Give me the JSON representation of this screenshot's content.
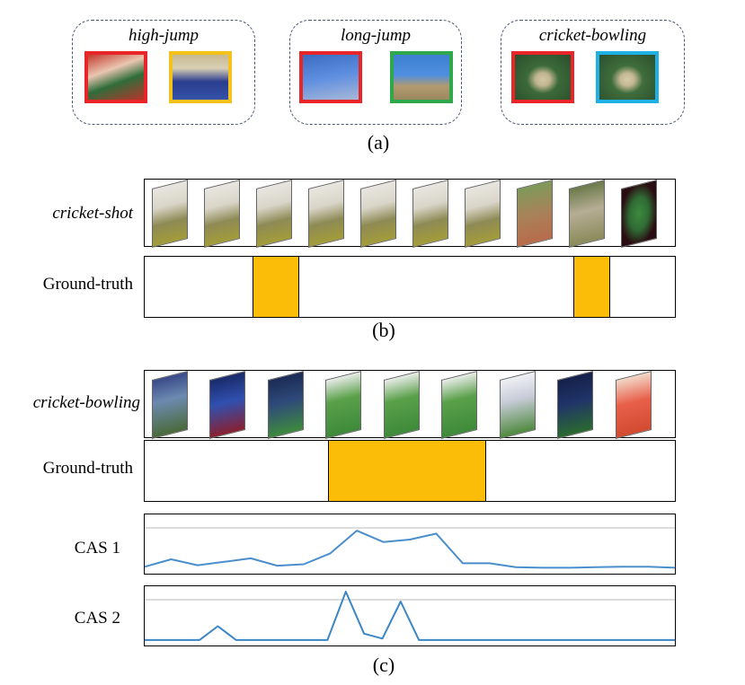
{
  "panel_a": {
    "label": "(a)",
    "groups": [
      {
        "title": "high-jump",
        "thumbs": [
          {
            "border": "#e8262a",
            "scene": "highjump1"
          },
          {
            "border": "#f5c21b",
            "scene": "highjump2"
          }
        ]
      },
      {
        "title": "long-jump",
        "thumbs": [
          {
            "border": "#e8262a",
            "scene": "longjump1"
          },
          {
            "border": "#2ea84a",
            "scene": "longjump2"
          }
        ]
      },
      {
        "title": "cricket-bowling",
        "thumbs": [
          {
            "border": "#e8262a",
            "scene": "cricket1"
          },
          {
            "border": "#1fb1e6",
            "scene": "cricket2"
          }
        ]
      }
    ]
  },
  "panel_b": {
    "label": "(b)",
    "video_label": "cricket-shot",
    "ground_truth_label": "Ground-truth",
    "gt_color": "#fbbd08",
    "gt_segments": [
      [
        0.2034,
        0.2913
      ],
      [
        0.8093,
        0.8774
      ]
    ],
    "frames": [
      "field",
      "field",
      "field",
      "field",
      "field",
      "field",
      "field",
      "pitch",
      "player",
      "card"
    ]
  },
  "panel_c": {
    "label": "(c)",
    "video_label": "cricket-bowling",
    "ground_truth_label": "Ground-truth",
    "gt_color": "#fbbd08",
    "gt_segments": [
      [
        0.3455,
        0.6436
      ]
    ],
    "frames": [
      "crowd",
      "players",
      "stadium",
      "green",
      "green",
      "green",
      "blur",
      "dark",
      "red"
    ],
    "cas": [
      {
        "label": "CAS 1",
        "color": "#4a8fcb",
        "values": [
          0.05,
          0.2,
          0.08,
          0.15,
          0.22,
          0.07,
          0.1,
          0.32,
          0.78,
          0.55,
          0.6,
          0.72,
          0.12,
          0.12,
          0.04,
          0.03,
          0.03,
          0.04,
          0.05,
          0.05,
          0.03
        ]
      },
      {
        "label": "CAS 2",
        "color": "#3a86c6",
        "values": [
          0.02,
          0.02,
          0.02,
          0.02,
          0.3,
          0.02,
          0.02,
          0.02,
          0.02,
          0.02,
          0.02,
          1.0,
          0.15,
          0.05,
          0.8,
          0.02,
          0.02,
          0.02,
          0.02,
          0.02,
          0.02,
          0.02,
          0.02,
          0.02,
          0.02,
          0.02,
          0.02,
          0.02,
          0.02,
          0.02
        ]
      }
    ]
  }
}
